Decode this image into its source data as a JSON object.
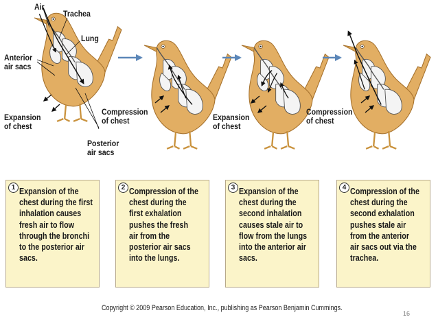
{
  "labels": {
    "air": "Air",
    "trachea": "Trachea",
    "lung": "Lung",
    "anterior_air_sacs": "Anterior\nair sacs",
    "expansion_1": "Expansion\nof chest",
    "compression_1": "Compression\nof chest",
    "posterior_air_sacs": "Posterior\nair sacs",
    "expansion_2": "Expansion\nof chest",
    "compression_2": "Compression\nof chest"
  },
  "steps": [
    {
      "number": "1",
      "text": "Expansion of the\nchest during the first\ninhalation causes\nfresh air to flow\nthrough the bronchi\nto the posterior air\nsacs."
    },
    {
      "number": "2",
      "text": "Compression of the\nchest during the\nfirst exhalation\npushes the fresh\nair from the\nposterior air sacs\ninto the lungs."
    },
    {
      "number": "3",
      "text": "Expansion of the\nchest during the\nsecond inhalation\ncauses stale air to\nflow from the lungs\ninto the anterior air\nsacs."
    },
    {
      "number": "4",
      "text": "Compression of the\nchest during the\nsecond exhalation\npushes stale air\nfrom the anterior\nair sacs out via the\ntrachea."
    }
  ],
  "footer": {
    "copyright": "Copyright © 2009 Pearson Education, Inc., publishing as Pearson Benjamin Cummings.",
    "page_number": "16"
  },
  "colors": {
    "bird_body": "#e2ae63",
    "bird_outline": "#a7732f",
    "step_arrow": "#5b86b8",
    "card_fill": "#fbf4c9",
    "lung_fill": "#f4f4f4"
  }
}
